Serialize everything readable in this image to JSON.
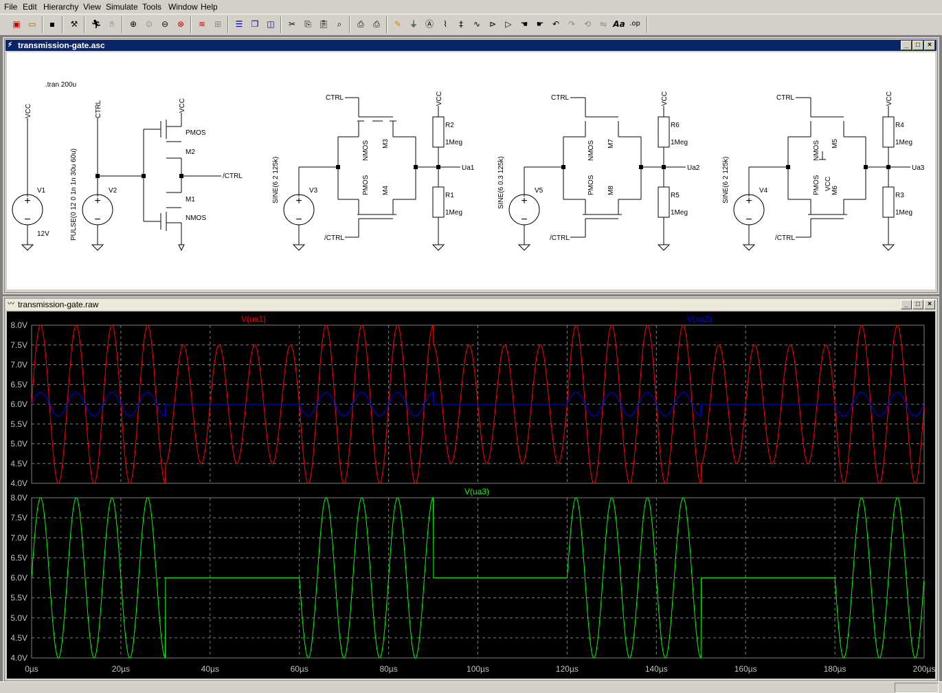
{
  "menu": [
    "File",
    "Edit",
    "Hierarchy",
    "View",
    "Simulate",
    "Tools",
    "Window",
    "Help"
  ],
  "toolbar_icons": [
    "new-schematic",
    "open",
    "save",
    "control-panel",
    "run",
    "halt",
    "zoom-in",
    "zoom-pan",
    "zoom-out",
    "zoom-cancel",
    "autorange",
    "fit",
    "tile-horiz",
    "cascade",
    "tile-vert",
    "cut",
    "copy",
    "paste",
    "find",
    "print-setup",
    "print",
    "wire",
    "ground",
    "label-net",
    "resistor",
    "capacitor",
    "inductor",
    "diode",
    "component",
    "move",
    "drag",
    "undo",
    "redo",
    "rotate",
    "mirror",
    "text",
    "spice-directive"
  ],
  "schematic_window": {
    "title": "transmission-gate.asc",
    "directive": ".tran 200u",
    "labels": {
      "vcc": "VCC",
      "ctrl": "CTRL",
      "nctrl": "/CTRL",
      "pmos": "PMOS",
      "nmos": "NMOS",
      "v1": "V1",
      "v1val": "12V",
      "v2": "V2",
      "pulse": "PULSE(0 12 0 1n 1n 30u 60u)",
      "m1": "M1",
      "m2": "M2",
      "m3": "M3",
      "m4": "M4",
      "m5": "M5",
      "m6": "M6",
      "m7": "M7",
      "m8": "M8",
      "v3": "V3",
      "v4": "V4",
      "v5": "V5",
      "sine1": "SINE(6 2 125k)",
      "sine2": "SINE(6 0.3 125k)",
      "sine3": "SINE(6 2 125k)",
      "r1": "R1",
      "r2": "R2",
      "r3": "R3",
      "r4": "R4",
      "r5": "R5",
      "r6": "R6",
      "meg": "1Meg",
      "ua1": "Ua1",
      "ua2": "Ua2",
      "ua3": "Ua3"
    }
  },
  "waveform_window": {
    "title": "transmission-gate.raw"
  },
  "chart_data": [
    {
      "type": "line",
      "title": "",
      "series": [
        {
          "name": "V(ua1)",
          "color": "#ff0000",
          "description": "6V offset sine 2V amplitude 125kHz, alternating full swing (4-8V) when gate on and half swing (4.5-7.5V) when gate off"
        },
        {
          "name": "V(ua2)",
          "color": "#0000ff",
          "description": "6V offset sine 0.3V amplitude 125kHz, flat at 6.0V when gate off"
        }
      ],
      "x_ticks": [
        "0µs",
        "20µs",
        "40µs",
        "60µs",
        "80µs",
        "100µs",
        "120µs",
        "140µs",
        "160µs",
        "180µs",
        "200µs"
      ],
      "y_ticks": [
        "8.0V",
        "7.5V",
        "7.0V",
        "6.5V",
        "6.0V",
        "5.5V",
        "5.0V",
        "4.5V",
        "4.0V"
      ],
      "xlim": [
        0,
        200
      ],
      "ylim": [
        4.0,
        8.0
      ],
      "gate_on_intervals_us": [
        [
          0,
          30
        ],
        [
          60,
          90
        ],
        [
          120,
          150
        ],
        [
          180,
          200
        ]
      ],
      "grid": true
    },
    {
      "type": "line",
      "title": "",
      "series": [
        {
          "name": "V(ua3)",
          "color": "#00ff00",
          "description": "6V offset sine 2V amplitude 125kHz when gate on, flat 6.0V when gate off"
        }
      ],
      "x_ticks": [
        "0µs",
        "20µs",
        "40µs",
        "60µs",
        "80µs",
        "100µs",
        "120µs",
        "140µs",
        "160µs",
        "180µs",
        "200µs"
      ],
      "y_ticks": [
        "8.0V",
        "7.5V",
        "7.0V",
        "6.5V",
        "6.0V",
        "5.5V",
        "5.0V",
        "4.5V",
        "4.0V"
      ],
      "xlim": [
        0,
        200
      ],
      "ylim": [
        4.0,
        8.0
      ],
      "gate_on_intervals_us": [
        [
          0,
          30
        ],
        [
          60,
          90
        ],
        [
          120,
          150
        ],
        [
          180,
          200
        ]
      ],
      "grid": true
    }
  ]
}
